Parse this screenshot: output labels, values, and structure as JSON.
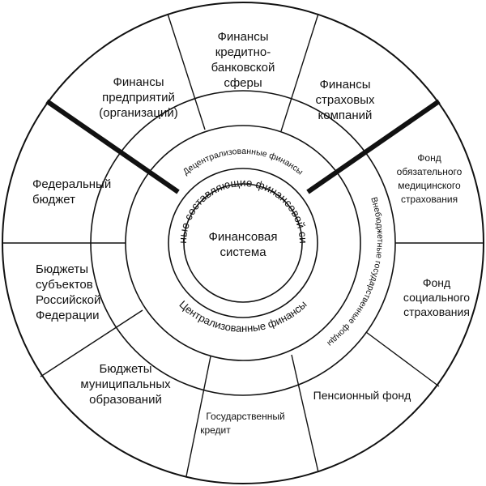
{
  "center": {
    "lines": [
      "Финансовая",
      "система"
    ]
  },
  "ring_main": {
    "text": "Основные составляющие финансовой системы"
  },
  "ring_sectors": {
    "decentralized": "Децентрализованные финансы",
    "centralized": "Централизованные финансы",
    "extrabudgetary": "Внебюджетные государственные фонды"
  },
  "segments": [
    {
      "id": "credit-banking",
      "lines": [
        "Финансы",
        "кредитно-",
        "банковской",
        "сферы"
      ]
    },
    {
      "id": "insurance",
      "lines": [
        "Финансы",
        "страховых",
        "компаний"
      ]
    },
    {
      "id": "health-fund",
      "lines": [
        "Фонд",
        "обязательного",
        "медицинского",
        "страхования"
      ]
    },
    {
      "id": "social-fund",
      "lines": [
        "Фонд",
        "социального",
        "страхования"
      ]
    },
    {
      "id": "pension-fund",
      "lines": [
        "Пенсионный фонд"
      ]
    },
    {
      "id": "state-credit",
      "lines": [
        "Государственный",
        "кредит"
      ]
    },
    {
      "id": "municipal-budgets",
      "lines": [
        "Бюджеты",
        "муниципальных",
        "образований"
      ]
    },
    {
      "id": "regional-budgets",
      "lines": [
        "Бюджеты",
        "субъектов",
        "Российской",
        "Федерации"
      ]
    },
    {
      "id": "federal-budget",
      "lines": [
        "Федеральный",
        "бюджет"
      ]
    },
    {
      "id": "enterprises",
      "lines": [
        "Финансы",
        "предприятий",
        "(организаций)"
      ]
    }
  ],
  "colors": {
    "line": "#111111",
    "background": "#ffffff"
  }
}
